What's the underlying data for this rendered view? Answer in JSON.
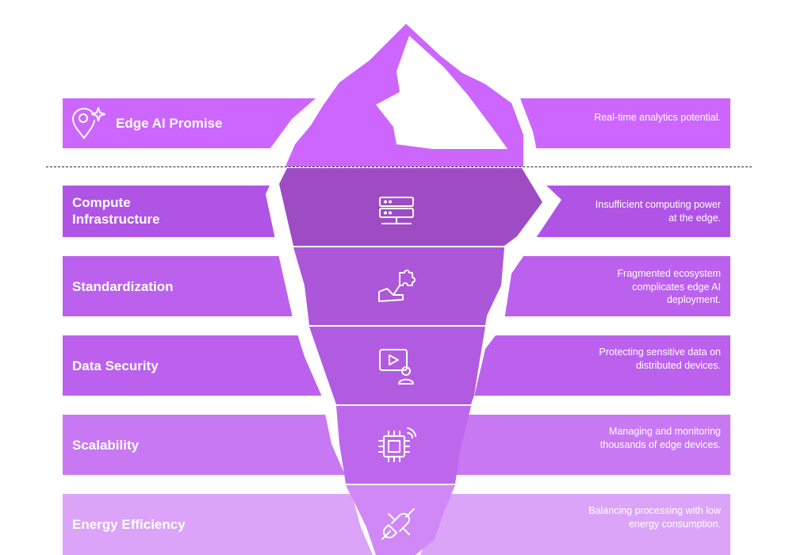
{
  "colors": {
    "tip": "#cc66ff",
    "row1": "#b054e6",
    "row1_center": "#9e4cc4",
    "row2": "#bb61ee",
    "row2_center": "#ac56d9",
    "row3": "#bb61ee",
    "row3_center": "#b15be0",
    "row4": "#c878f3",
    "row4_center": "#bd68ec",
    "row5": "#dba4f9",
    "row5_center": "#cf88f5"
  },
  "tip": {
    "label": "Edge AI Promise",
    "description": "Real-time analytics potential.",
    "icon": "location-sparkle-icon"
  },
  "rows": [
    {
      "label": "Compute Infrastructure",
      "description": "Insufficient computing power at the edge.",
      "icon": "server-icon"
    },
    {
      "label": "Standardization",
      "description": "Fragmented ecosystem complicates edge AI deployment.",
      "icon": "puzzle-hand-icon"
    },
    {
      "label": "Data Security",
      "description": "Protecting sensitive data on distributed devices.",
      "icon": "video-user-icon"
    },
    {
      "label": "Scalability",
      "description": "Managing and monitoring thousands of edge devices.",
      "icon": "chip-signal-icon"
    },
    {
      "label": "Energy Efficiency",
      "description": "Balancing processing with low energy consumption.",
      "icon": "plug-icon"
    }
  ]
}
